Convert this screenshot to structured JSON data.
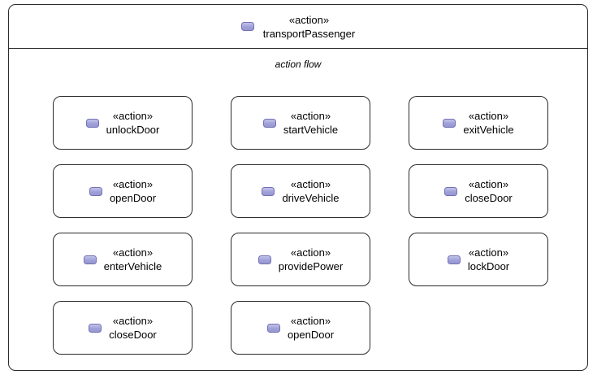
{
  "diagram": {
    "root": {
      "stereotype": "«action»",
      "name": "transportPassenger"
    },
    "compartment_label": "action flow",
    "actions": [
      {
        "stereotype": "«action»",
        "name": "unlockDoor"
      },
      {
        "stereotype": "«action»",
        "name": "startVehicle"
      },
      {
        "stereotype": "«action»",
        "name": "exitVehicle"
      },
      {
        "stereotype": "«action»",
        "name": "openDoor"
      },
      {
        "stereotype": "«action»",
        "name": "driveVehicle"
      },
      {
        "stereotype": "«action»",
        "name": "closeDoor"
      },
      {
        "stereotype": "«action»",
        "name": "enterVehicle"
      },
      {
        "stereotype": "«action»",
        "name": "providePower"
      },
      {
        "stereotype": "«action»",
        "name": "lockDoor"
      },
      {
        "stereotype": "«action»",
        "name": "closeDoor"
      },
      {
        "stereotype": "«action»",
        "name": "openDoor"
      }
    ],
    "colors": {
      "icon_fill": "#a0a0d8",
      "icon_highlight": "#c3c3ea",
      "icon_border": "#7070b6",
      "node_border": "#2b2b2b",
      "background": "#ffffff"
    }
  }
}
